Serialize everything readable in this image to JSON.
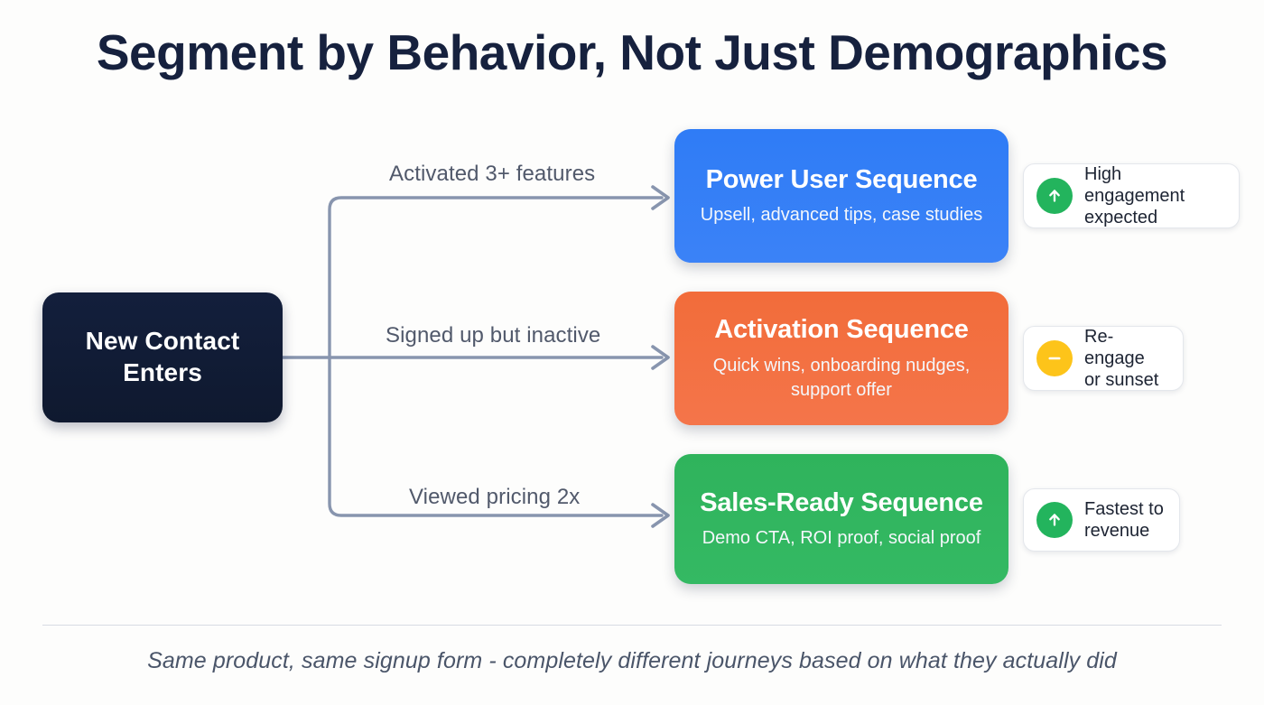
{
  "title": "Segment by Behavior, Not Just Demographics",
  "source": {
    "label": "New Contact Enters",
    "color": "#131f3c"
  },
  "branches": [
    {
      "edge_label": "Activated 3+ features",
      "card_title": "Power User Sequence",
      "card_desc": "Upsell, advanced tips,\ncase studies",
      "color": "#2f7cf6",
      "badge_text": "High engagement\nexpected",
      "badge_icon": "arrow-up-icon",
      "badge_icon_color": "#23b45d"
    },
    {
      "edge_label": "Signed up but inactive",
      "card_title": "Activation Sequence",
      "card_desc": "Quick wins, onboarding nudges,\nsupport offer",
      "color": "#f26c3a",
      "badge_text": "Re-engage\nor sunset",
      "badge_icon": "minus-icon",
      "badge_icon_color": "#fdc41a"
    },
    {
      "edge_label": "Viewed pricing 2x",
      "card_title": "Sales-Ready Sequence",
      "card_desc": "Demo CTA, ROI proof, social proof",
      "color": "#2fb35c",
      "badge_text": "Fastest to\nrevenue",
      "badge_icon": "arrow-up-icon",
      "badge_icon_color": "#23b45d"
    }
  ],
  "footer_note": "Same product, same signup form - completely different journeys based on what they actually did",
  "connector_color": "#8895ae",
  "background_color": "#fdfdfc"
}
